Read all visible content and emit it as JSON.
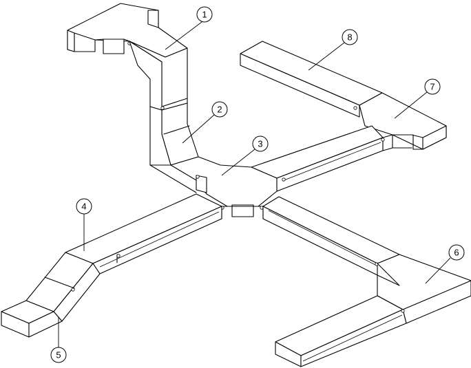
{
  "diagram": {
    "type": "cable tray system isometric drawing",
    "line_color": "#000000",
    "background": "#ffffff",
    "callouts": [
      {
        "id": "1",
        "label": "1"
      },
      {
        "id": "2",
        "label": "2"
      },
      {
        "id": "3",
        "label": "3"
      },
      {
        "id": "4",
        "label": "4"
      },
      {
        "id": "5",
        "label": "5"
      },
      {
        "id": "6",
        "label": "6"
      },
      {
        "id": "7",
        "label": "7"
      },
      {
        "id": "8",
        "label": "8"
      }
    ]
  }
}
